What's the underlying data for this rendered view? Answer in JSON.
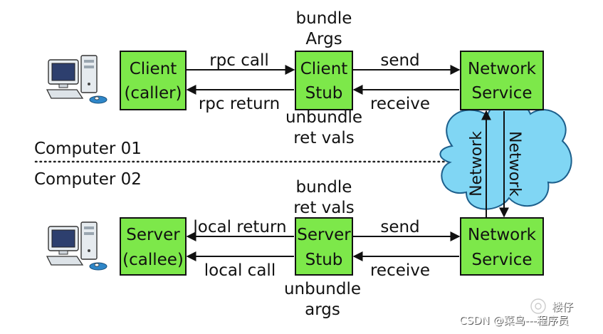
{
  "colors": {
    "box_fill": "#7de84a",
    "box_border": "#111111",
    "cloud_fill": "#80d6f4",
    "cloud_stroke": "#1c5f8c",
    "arrow": "#111111",
    "background": "#ffffff"
  },
  "computers": {
    "top_label": "Computer 01",
    "bottom_label": "Computer 02"
  },
  "top": {
    "client_box": [
      "Client",
      "(caller)"
    ],
    "stub_box": [
      "Client",
      "Stub"
    ],
    "network_box": [
      "Network",
      "Service"
    ],
    "stub_above": [
      "bundle",
      "Args"
    ],
    "stub_below": [
      "unbundle",
      "ret vals"
    ],
    "arrow_call": "rpc call",
    "arrow_return": "rpc return",
    "arrow_send": "send",
    "arrow_receive": "receive"
  },
  "bottom": {
    "server_box": [
      "Server",
      "(callee)"
    ],
    "stub_box": [
      "Server",
      "Stub"
    ],
    "network_box": [
      "Network",
      "Service"
    ],
    "stub_above": [
      "bundle",
      "ret vals"
    ],
    "stub_below": [
      "unbundle",
      "args"
    ],
    "arrow_return": "local return",
    "arrow_call": "local call",
    "arrow_send": "send",
    "arrow_receive": "receive"
  },
  "network_link": {
    "left_label": "Network",
    "right_label": "Network"
  },
  "watermark": {
    "account": "楼仔",
    "credit": "CSDN @菜鸟---程序员",
    "icon": "wechat-channel-icon"
  },
  "icons": {
    "computer": "desktop-computer-icon"
  }
}
